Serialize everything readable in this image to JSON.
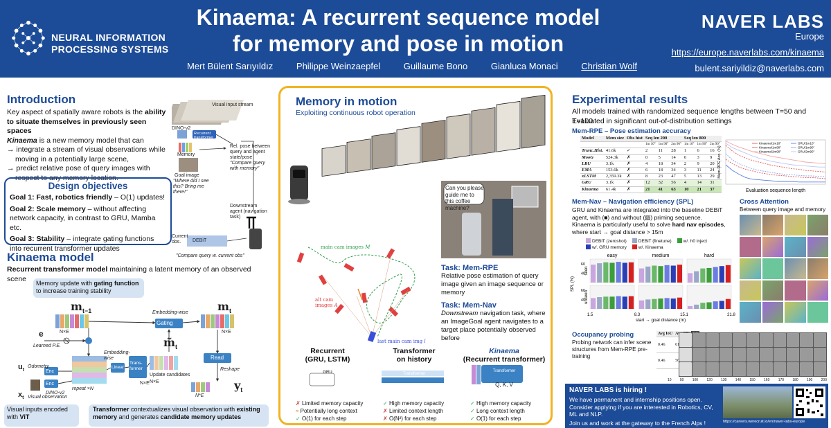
{
  "header": {
    "neurips_lines": [
      "NEURAL INFORMATION",
      "PROCESSING SYSTEMS"
    ],
    "title_line1": "Kinaema: A recurrent sequence model",
    "title_line2": "for memory and pose in motion",
    "authors": [
      "Mert Bülent Sarıyıldız",
      "Philippe Weinzaepfel",
      "Guillaume Bono",
      "Gianluca Monaci",
      "Christian Wolf"
    ],
    "naver_logo": "NAVER LABS",
    "naver_sub": "Europe",
    "url": "https://europe.naverlabs.com/kinaema",
    "email": "bulent.sariyildiz@naverlabs.com"
  },
  "intro": {
    "title": "Introduction",
    "p1_a": "Key aspect of spatially aware robots is the ",
    "p1_b": "ability to situate themselves in previously seen spaces",
    "p2_a": "Kinaema",
    "p2_b": " is a new memory model that can",
    "bullet1": "integrate a stream of visual observations while moving in a potentially large scene,",
    "bullet2": "predict relative pose of query images with respect to any memory location.",
    "fig_labels": {
      "stream": "Visual input stream",
      "memory": "Memory",
      "goal": "Goal image",
      "goal_q": "\"Where did I see this? Bring me there!\"",
      "rel": "Rel. pose between query and agent state/pose",
      "compare_mem": "\"Compare query with memory\"",
      "down": "Downstream agent (navigation task)",
      "current": "Current obs.",
      "compare_cur": "\"Compare query w. current obs\"",
      "dino": "DINO-v2",
      "recurrent": "Recurrent transformer",
      "debit": "DEBiT"
    }
  },
  "design": {
    "title": "Design objectives",
    "g1_a": "Goal 1: Fast, robotics friendly",
    "g1_b": " – O(1) updates!",
    "g2_a": "Goal 2: Scale memory",
    "g2_b": " – without affecting network capacity, in contrast to GRU, Mamba etc.",
    "g3_a": "Goal 3: Stability",
    "g3_b": " – integrate gating functions into recurrent transformer updates"
  },
  "model": {
    "title": "Kinaema model",
    "sub_a": "Recurrent transformer model",
    "sub_b": " maintaining a latent memory of an observed scene",
    "note1_a": "Memory update with ",
    "note1_b": "gating function",
    "note1_c": " to increase training stability",
    "note2_a": "Visual inputs encoded with ",
    "note2_b": "ViT",
    "note3_a": "Transformer",
    "note3_b": " contextualizes visual observation with ",
    "note3_c": "existing memory",
    "note3_d": " and generates ",
    "note3_e": "candidate memory updates",
    "labels": {
      "mt1": "m",
      "mt1_sub": "t−1",
      "mt": "m",
      "mt_sub": "t",
      "mtilde_sub": "t",
      "yt": "y",
      "yt_sub": "t",
      "gating": "Gating",
      "read": "Read",
      "reshape": "Reshape",
      "emb": "Embedding-wise",
      "emb2": "Embedding-wise",
      "linear": "Linear",
      "trans": "Trans-former",
      "upd": "Update candidates",
      "e": "e",
      "lpe": "Learned P.E.",
      "ut": "u",
      "ut_sub": "t",
      "odo": "Odometry",
      "xt": "x",
      "xt_sub": "t",
      "vis": "Visual observation",
      "enc": "Enc",
      "dino": "DINO-v2",
      "rep": "repeat ×N",
      "nxe": "N×E",
      "nxe2": "N×E",
      "nxe3": "N×E",
      "nxe4": "N×E",
      "ne": "N*E"
    }
  },
  "motion": {
    "title": "Memory in motion",
    "subtitle": "Exploiting continuous robot operation",
    "bubble": "Can you please guide me to this coffee machine?",
    "main_cam": "main cam images",
    "main_sym": "M",
    "alt_cam": "alt cam images",
    "alt_sym": "A",
    "last_main": "last main cam img",
    "last_sym": "l",
    "task1_t": "Task: Mem-RPE",
    "task1_d": "Relative pose estimation of query image given an image sequence or memory",
    "task2_t": "Task: Mem-Nav",
    "task2_d_a": "Downstream",
    "task2_d_b": " navigation task, where an ImageGoal agent navigates to a target place potentially observed before",
    "cmp": [
      {
        "t1": "Recurrent",
        "t2": "(GRU, LSTM)",
        "inner": "GRU",
        "items": [
          {
            "m": "✗",
            "c": "#c0392b",
            "t": "Limited memory capacity"
          },
          {
            "m": "≈",
            "c": "#d68910",
            "t": "Potentially long context"
          },
          {
            "m": "✓",
            "c": "#27ae60",
            "t": "O(1) for each step"
          }
        ]
      },
      {
        "t1": "Transformer",
        "t2": "on history",
        "inner": "Transformer",
        "items": [
          {
            "m": "✓",
            "c": "#27ae60",
            "t": "High memory capacity"
          },
          {
            "m": "✗",
            "c": "#c0392b",
            "t": "Limited context length"
          },
          {
            "m": "✗",
            "c": "#c0392b",
            "t": "O(N²) for each step"
          }
        ]
      },
      {
        "t1": "Kinaema",
        "t2": "(Recurrent transformer)",
        "inner": "Transformer",
        "items": [
          {
            "m": "✓",
            "c": "#27ae60",
            "t": "High memory capacity"
          },
          {
            "m": "✓",
            "c": "#27ae60",
            "t": "Long context length"
          },
          {
            "m": "✓",
            "c": "#27ae60",
            "t": "O(1) for each step"
          }
        ]
      }
    ],
    "qkv": "Q, K, V"
  },
  "results": {
    "title": "Experimental results",
    "p1": "All models trained with randomized sequence lengths between T=50 and T=100",
    "p2": "Evaluated in significant out-of-distribution settings",
    "rpe_title": "Mem-RPE – Pose estimation accuracy",
    "table": {
      "head": [
        "Model",
        "Mem size",
        "Obs hist",
        "Seq len 200",
        "",
        "",
        "Seq len 800",
        "",
        ""
      ],
      "sub": [
        "",
        "",
        "",
        "1m 10°",
        "1m 90°",
        "2m 90°",
        "1m 10°",
        "1m 90°",
        "2m 90°"
      ],
      "rows": [
        [
          "Trunc.Hist.",
          "41.6k",
          "✓",
          "2",
          "11",
          "28",
          "1",
          "6",
          "16"
        ],
        [
          "MooG",
          "524.3k",
          "✗",
          "0",
          "5",
          "14",
          "0",
          "3",
          "9"
        ],
        [
          "LRU",
          "3.1k",
          "✗",
          "4",
          "18",
          "34",
          "2",
          "9",
          "20"
        ],
        [
          "EMA",
          "153.6k",
          "✗",
          "6",
          "18",
          "34",
          "3",
          "11",
          "24"
        ],
        [
          "xLSTM",
          "2,359.3k",
          "✗",
          "8",
          "23",
          "47",
          "5",
          "13",
          "29"
        ],
        [
          "GRU",
          "3.1k",
          "✗",
          "12",
          "32",
          "56",
          "4",
          "14",
          "31"
        ],
        [
          "Kinaema",
          "61.4k",
          "✗",
          "21",
          "41",
          "63",
          "10",
          "21",
          "37"
        ]
      ]
    },
    "nav_title": "Mem-Nav – Navigation efficiency (SPL)",
    "nav_p1": "GRU and Kinaema are integrated into the baseline DEBiT agent, with (■) and without (▨) priming sequence.",
    "nav_p2_a": "Kinaema is particularly useful to solve ",
    "nav_p2_b": "hard nav episodes",
    "nav_p2_c": ", where start → goal distance > 15m",
    "ca_title": "Cross Attention",
    "ca_sub": "Between query image and memory",
    "occ_title": "Occupancy probing",
    "occ_p": "Probing network can infer scene structures from Mem-RPE pre-training",
    "occ_table": {
      "h1": "Avg IoU",
      "h2": "Avg SR'",
      "r1": [
        "0.46",
        "61.3"
      ],
      "r2": [
        "0.46",
        "56.8"
      ],
      "gt": "GT"
    },
    "occ_axis": [
      "10",
      "50",
      "100",
      "120",
      "130",
      "140",
      "150",
      "160",
      "170",
      "180",
      "190",
      "200"
    ],
    "hiring_a": "NAVER LABS",
    "hiring_b": " is hiring !",
    "hiring_p1": "We have permanent and internship positions open.",
    "hiring_p2": "Consider applying if you are interested in Robotics, CV, ML and NLP.",
    "hiring_p3": "Join us and work at the gateway to the French Alps !",
    "careers_url": "https://careers.werecruit.io/en/naver-labs-europe"
  },
  "chart_data": [
    {
      "type": "line",
      "title": "",
      "xlabel": "Evaluation sequence length",
      "ylabel": "Mem-RPE Acc. (%)",
      "x": [
        50,
        100,
        150,
        200,
        250,
        300,
        350,
        400,
        450,
        500,
        550,
        600,
        650,
        700,
        750,
        800
      ],
      "ylim": [
        0,
        80
      ],
      "series": [
        {
          "name": "Kinaema/1m10°",
          "color": "#e45b5b",
          "dash": "dashed",
          "values": [
            45,
            37,
            31,
            27,
            24,
            21,
            19,
            17,
            16,
            15,
            14,
            13,
            12,
            12,
            11,
            10
          ]
        },
        {
          "name": "Kinaema/1m90°",
          "color": "#e45b5b",
          "dash": "dashed",
          "values": [
            70,
            60,
            52,
            47,
            43,
            40,
            37,
            34,
            32,
            30,
            28,
            27,
            25,
            24,
            23,
            22
          ]
        },
        {
          "name": "Kinaema/2m90°",
          "color": "#f2a5a5",
          "dash": "solid",
          "values": [
            78,
            72,
            67,
            63,
            59,
            56,
            53,
            50,
            48,
            46,
            44,
            42,
            40,
            39,
            38,
            37
          ]
        },
        {
          "name": "GRU/1m10°",
          "color": "#5b7fe4",
          "dash": "solid",
          "values": [
            35,
            25,
            18,
            12,
            9,
            8,
            7,
            6,
            5,
            5,
            5,
            4,
            4,
            4,
            4,
            4
          ]
        },
        {
          "name": "GRU/1m90°",
          "color": "#8aa4ee",
          "dash": "dashed",
          "values": [
            55,
            44,
            37,
            32,
            28,
            25,
            23,
            21,
            19,
            18,
            17,
            16,
            15,
            15,
            14,
            14
          ]
        },
        {
          "name": "GRU/2m90°",
          "color": "#b8c8f5",
          "dash": "solid",
          "values": [
            74,
            66,
            61,
            56,
            51,
            47,
            44,
            41,
            39,
            37,
            35,
            34,
            33,
            32,
            31,
            31
          ]
        }
      ]
    },
    {
      "type": "bar",
      "title": "",
      "xlabel": "start → goal distance (m)",
      "ylabel": "SPL (%)",
      "panels": [
        "easy",
        "medium",
        "hard"
      ],
      "rows": [
        "seen",
        "unseen"
      ],
      "x_ticks": [
        "1.5",
        "8.3",
        "15.1",
        "21.8"
      ],
      "y_ticks": [
        "40",
        "60"
      ],
      "ylim": [
        20,
        70
      ],
      "legend": [
        "DEBiT (zeroshot)",
        "DEBiT (finetune)",
        "w/. h0 inject",
        "w/. GRU memory",
        "w/. Kinaema"
      ],
      "colors": [
        "#c9a6e0",
        "#9aa7c7",
        "#3b9e3b",
        "#2a3fb5",
        "#d62020"
      ],
      "series": [
        {
          "name": "seen",
          "values": [
            [
              58,
              61,
              63,
              62,
              64,
              62,
              63
            ],
            [
              50,
              54,
              56,
              55,
              57,
              56,
              58
            ],
            [
              40,
              44,
              50,
              51,
              53,
              55,
              57
            ]
          ]
        },
        {
          "name": "unseen",
          "values": [
            [
              43,
              45,
              46,
              46,
              47,
              46,
              47
            ],
            [
              38,
              40,
              41,
              42,
              43,
              42,
              44
            ],
            [
              26,
              29,
              33,
              34,
              36,
              37,
              41
            ]
          ]
        }
      ]
    }
  ]
}
